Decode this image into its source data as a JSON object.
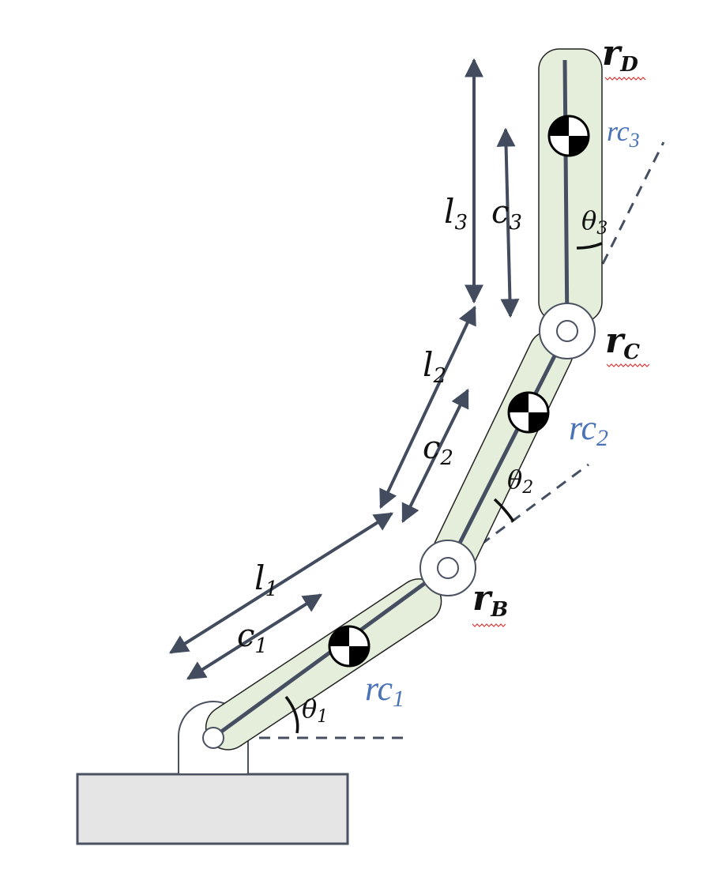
{
  "colors": {
    "link_fill": "#e5eedb",
    "link_stroke": "#222222",
    "axis": "#454f61",
    "arrow": "#434c5e",
    "blue_label": "#4a73b8",
    "base_fill": "#e5e5e5",
    "squiggle": "#d43a3a"
  },
  "labels": {
    "l1": {
      "main": "l",
      "sub": "1"
    },
    "l2": {
      "main": "l",
      "sub": "2"
    },
    "l3": {
      "main": "l",
      "sub": "3"
    },
    "c1": {
      "main": "c",
      "sub": "1"
    },
    "c2": {
      "main": "c",
      "sub": "2"
    },
    "c3": {
      "main": "c",
      "sub": "3"
    },
    "theta1": {
      "main": "θ",
      "sub": "1"
    },
    "theta2": {
      "main": "θ",
      "sub": "2"
    },
    "theta3": {
      "main": "θ",
      "sub": "3"
    },
    "rB": {
      "main": "r",
      "sub": "B"
    },
    "rC": {
      "main": "r",
      "sub": "C"
    },
    "rD": {
      "main": "r",
      "sub": "D"
    },
    "rc1": {
      "main": "rc",
      "sub": "1"
    },
    "rc2": {
      "main": "rc",
      "sub": "2"
    },
    "rc3": {
      "main": "rc",
      "sub": "3"
    }
  },
  "icons": {
    "center_of_mass": "center-of-mass-icon",
    "joint": "joint-icon"
  }
}
